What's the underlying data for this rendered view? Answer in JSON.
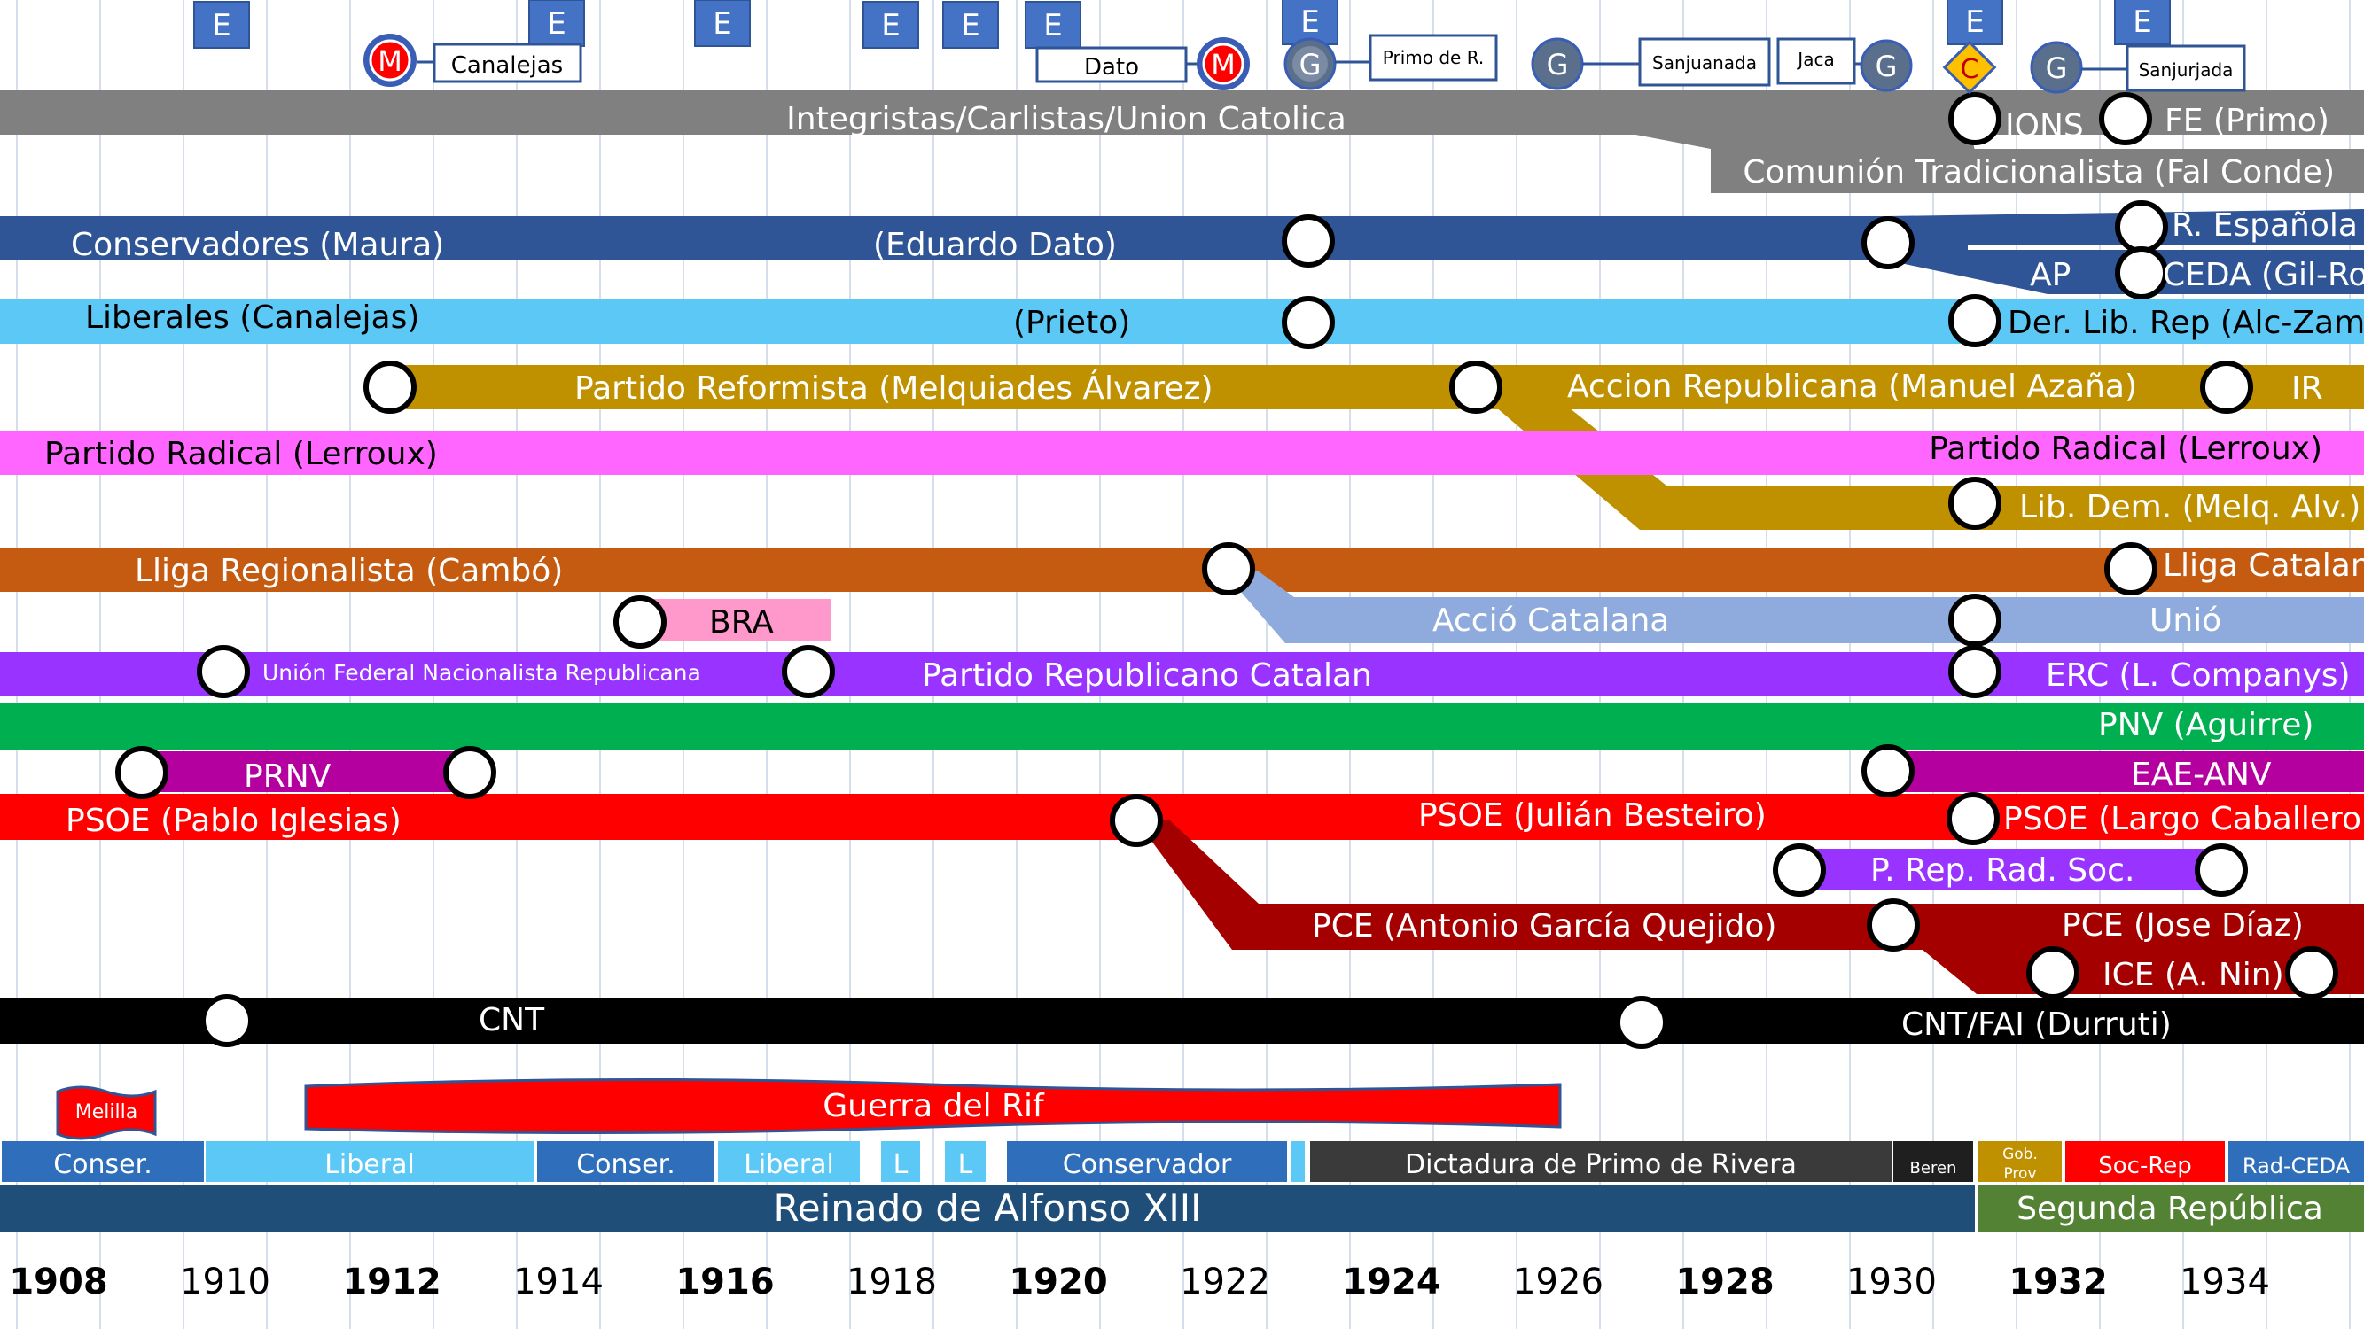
{
  "events_top": {
    "e_label": "E",
    "m_label": "M",
    "g_label": "G",
    "c_label": "C",
    "canalejas": "Canalejas",
    "dato": "Dato",
    "primo": "Primo de R.",
    "sanjuanada": "Sanjuanada",
    "jaca": "Jaca",
    "sanjurjada": "Sanjurjada"
  },
  "parties": {
    "integristas": "Integristas/Carlistas/Union Catolica",
    "jons": "JONS",
    "fe": "FE (Primo)",
    "comunion": "Comunión Tradicionalista (Fal Conde)",
    "conservadores": "Conservadores (Maura)",
    "dato": "(Eduardo Dato)",
    "r_espanola": "R. Española",
    "ap": "AP",
    "ceda": "CEDA (Gil-Ro",
    "liberales": "Liberales (Canalejas)",
    "prieto": "(Prieto)",
    "der_lib": "Der. Lib. Rep (Alc-Zam)",
    "reformista": "Partido Reformista (Melquiades Álvarez)",
    "accion_rep": "Accion Republicana (Manuel Azaña)",
    "ir": "IR",
    "radical_left": "Partido Radical (Lerroux)",
    "radical_right": "Partido Radical (Lerroux)",
    "lib_dem": "Lib. Dem. (Melq. Alv.)",
    "lliga": "Lliga Regionalista (Cambó)",
    "lliga_catalan": "Lliga Catalan",
    "bra": "BRA",
    "accio": "Acció Catalana",
    "unio": "Unió",
    "ufnr": "Unión Federal Nacionalista Republicana",
    "prc": "Partido Republicano Catalan",
    "erc": "ERC (L. Companys)",
    "pnv": "PNV (Aguirre)",
    "prnv": "PRNV",
    "eae": "EAE-ANV",
    "psoe_pi": "PSOE (Pablo Iglesias)",
    "psoe_jb": "PSOE (Julián Besteiro)",
    "psoe_lc": "PSOE (Largo Caballero)",
    "prrs": "P. Rep. Rad. Soc.",
    "pce_agq": "PCE (Antonio García Quejido)",
    "pce_jd": "PCE (Jose Díaz)",
    "ice": "ICE (A. Nin)",
    "cnt": "CNT",
    "cnt_fai": "CNT/FAI (Durruti)"
  },
  "wars": {
    "melilla": "Melilla",
    "rif": "Guerra del Rif"
  },
  "governments": [
    "Conser.",
    "Liberal",
    "Conser.",
    "Liberal",
    "L",
    "L",
    "Conservador",
    "Dictadura de Primo de Rivera",
    "Beren",
    "Gob.",
    "Prov",
    "Soc-Rep",
    "Rad-CEDA"
  ],
  "regimes": {
    "alfonso": "Reinado de Alfonso XIII",
    "republica": "Segunda República"
  },
  "years": [
    "1908",
    "1910",
    "1912",
    "1914",
    "1916",
    "1918",
    "1920",
    "1922",
    "1924",
    "1926",
    "1928",
    "1930",
    "1932",
    "1934"
  ],
  "colors": {
    "gray": "#808080",
    "darkblue": "#2F5597",
    "lightblue": "#5BC8F5",
    "gold": "#BF9000",
    "pink": "#FF66FF",
    "rust": "#C55A11",
    "periwinkle": "#8FAADC",
    "purple": "#9933FF",
    "green": "#00B050",
    "magenta": "#B4009E",
    "red": "#FF0000",
    "darkred": "#A50000",
    "black": "#000000",
    "ebox": "#4472C4"
  }
}
